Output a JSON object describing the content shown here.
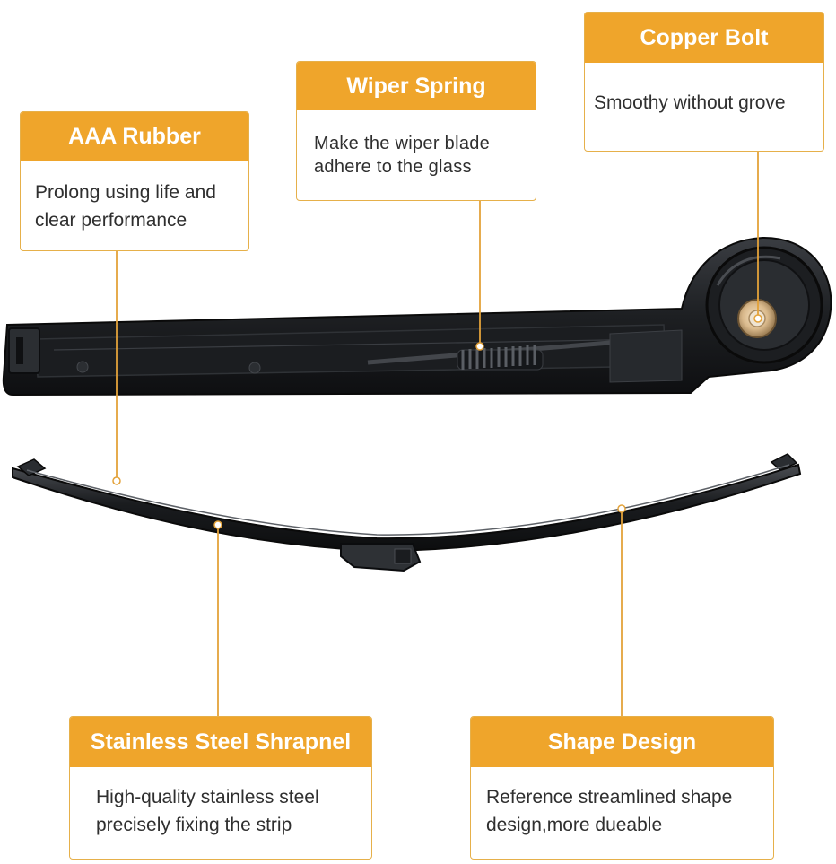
{
  "accent_color": "#efa52b",
  "border_color": "#e6b04a",
  "product": {
    "parts": [
      "wiper-arm",
      "wiper-blade"
    ]
  },
  "callouts": {
    "rubber": {
      "title": "AAA Rubber",
      "desc_line1": "Prolong using life and",
      "desc_line2": "clear performance"
    },
    "spring": {
      "title": "Wiper Spring",
      "desc_line1": "Make the wiper blade",
      "desc_line2": "adhere to the glass"
    },
    "copper": {
      "title": "Copper Bolt",
      "desc_line1": "Smoothy without grove"
    },
    "steel": {
      "title": "Stainless Steel Shrapnel",
      "desc_line1": "High-quality stainless steel",
      "desc_line2": "precisely fixing the strip"
    },
    "shape": {
      "title": "Shape Design",
      "desc_line1": "Reference streamlined shape",
      "desc_line2": "design,more dueable"
    }
  }
}
